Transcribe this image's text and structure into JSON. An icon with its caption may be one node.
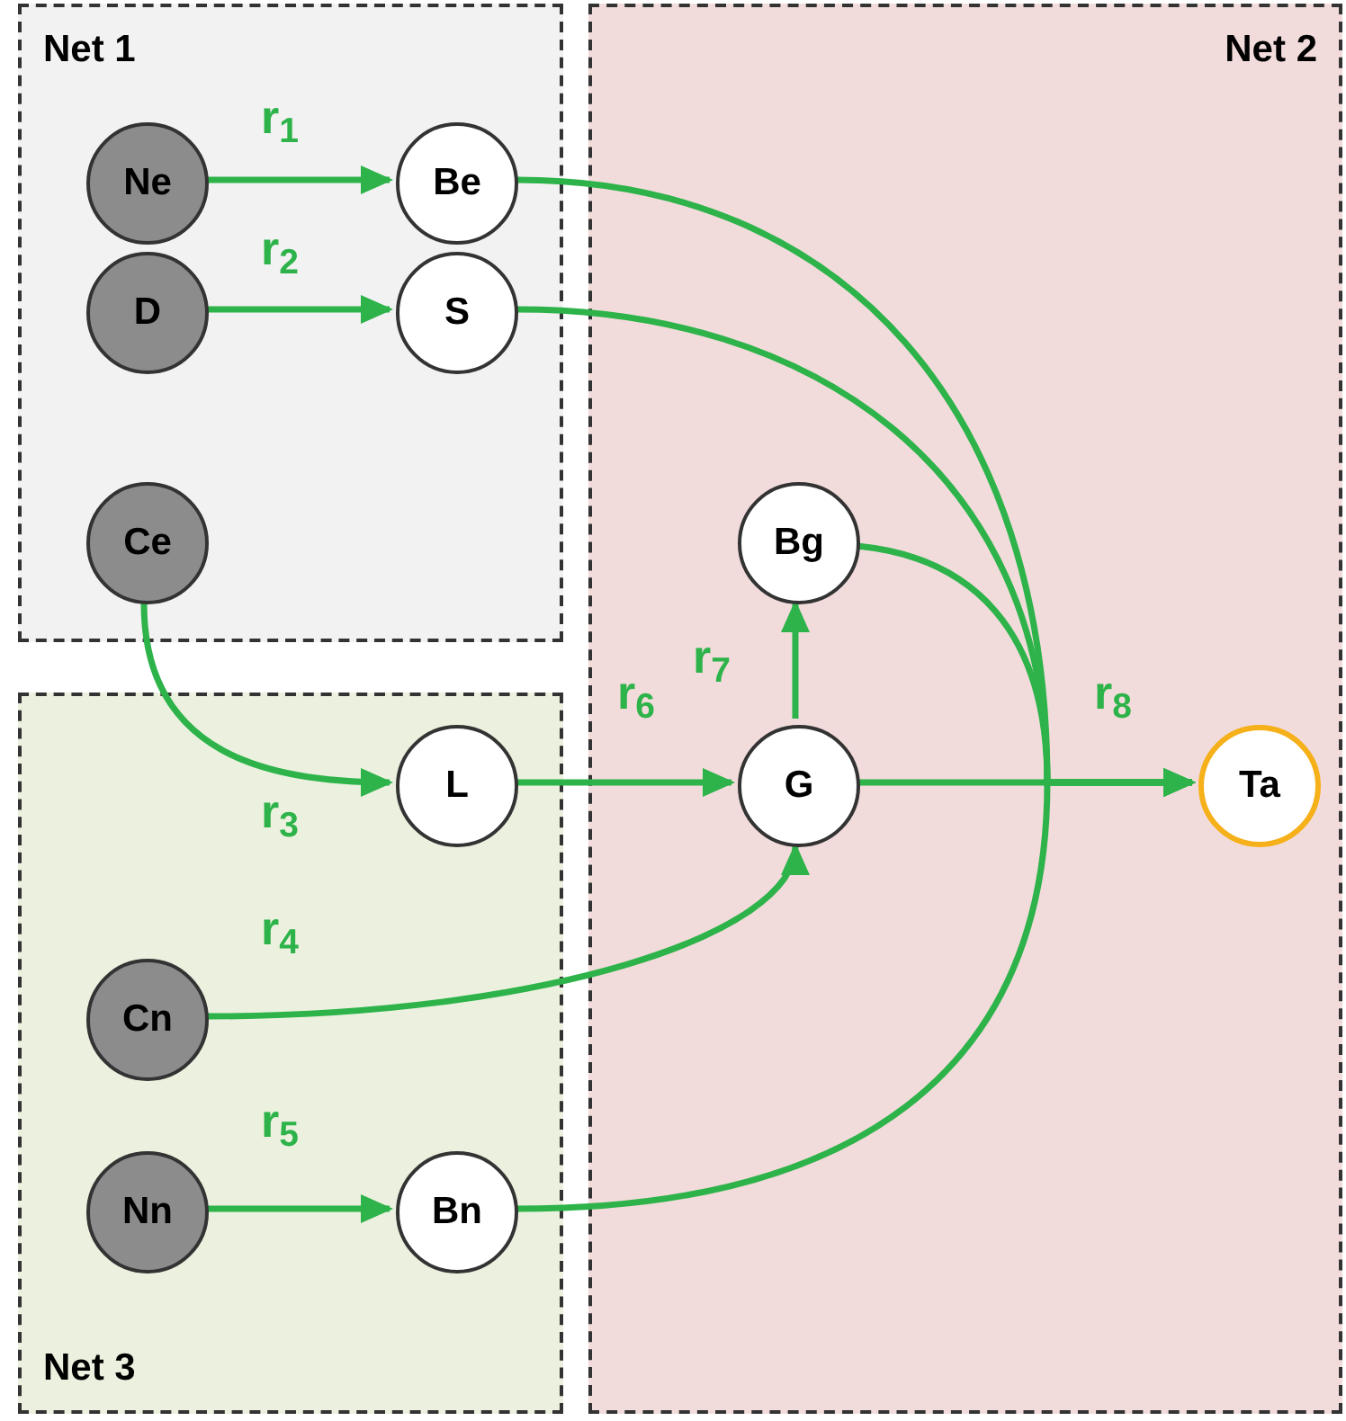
{
  "diagram": {
    "nodes": [
      {
        "text": [
          "Net 1"
        ]
      },
      {
        "text": [
          "Ne"
        ],
        "in": 0
      },
      {
        "text": [
          "Be"
        ],
        "in": 0
      },
      {
        "text": [
          "D"
        ],
        "in": 0
      },
      {
        "text": [
          "S"
        ],
        "in": 0
      },
      {
        "text": [
          "Ce"
        ],
        "in": 0
      },
      {
        "text": [
          "Net 2"
        ]
      },
      {
        "text": [
          "Bg"
        ],
        "in": 6
      },
      {
        "text": [
          "G"
        ],
        "in": 6
      },
      {
        "text": [
          "Ta"
        ],
        "in": 6
      },
      {
        "text": [
          "Net 3"
        ]
      },
      {
        "text": [
          "L"
        ],
        "in": 10
      },
      {
        "text": [
          "Cn"
        ],
        "in": 10
      },
      {
        "text": [
          "Nn"
        ],
        "in": 10
      },
      {
        "text": [
          "Bn"
        ],
        "in": 10
      }
    ],
    "edges": [
      {
        "from": 1,
        "to": 2,
        "arrow": "to",
        "label": "r$_{1}$"
      },
      {
        "from": 3,
        "to": 4,
        "arrow": "to",
        "label": "r$_{2}$"
      },
      {
        "from": 5,
        "to": 11,
        "arrow": "to",
        "label": "r$_{3}$"
      },
      {
        "from": 12,
        "to": 8,
        "arrow": "to",
        "label": "r$_{4}$"
      },
      {
        "from": 13,
        "to": 14,
        "arrow": "to",
        "label": "r$_{5}$"
      },
      {
        "from": 11,
        "to": 8,
        "arrow": "to",
        "label": "r$_{6}$"
      },
      {
        "from": 8,
        "to": 7,
        "arrow": "to",
        "label": "r$_{7}$"
      },
      {
        "from": 8,
        "to": 9,
        "arrow": "to",
        "label": "r$_{8}$"
      },
      {
        "from": 2,
        "to": 9,
        "arrow": "to"
      },
      {
        "from": 4,
        "to": 9,
        "arrow": "to"
      },
      {
        "from": 7,
        "to": 9,
        "arrow": "to"
      },
      {
        "from": 14,
        "to": 9,
        "arrow": "to"
      }
    ]
  }
}
